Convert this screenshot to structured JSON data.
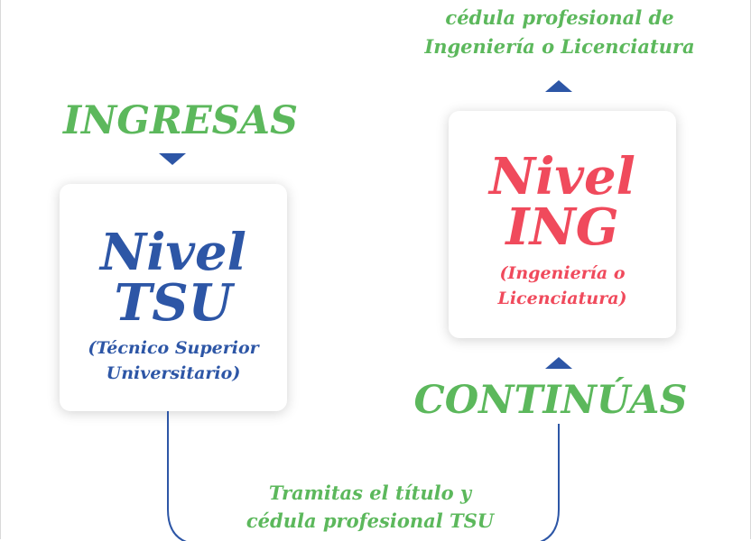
{
  "top_caption": {
    "line1": "cédula profesional de",
    "line2": "Ingeniería o Licenciatura"
  },
  "ingresas_label": "INGRESAS",
  "continuas_label": "CONTINÚAS",
  "tsu_card": {
    "line1": "Nivel",
    "line2": "TSU",
    "sub1": "(Técnico Superior",
    "sub2": "Universitario)"
  },
  "ing_card": {
    "line1": "Nivel",
    "line2": "ING",
    "sub1": "(Ingeniería o",
    "sub2": "Licenciatura)"
  },
  "bottom_caption": {
    "line1": "Tramitas el título y",
    "line2": "cédula profesional TSU"
  },
  "colors": {
    "green": "#5cb85c",
    "blue": "#2d56a6",
    "red": "#f04a5c"
  }
}
